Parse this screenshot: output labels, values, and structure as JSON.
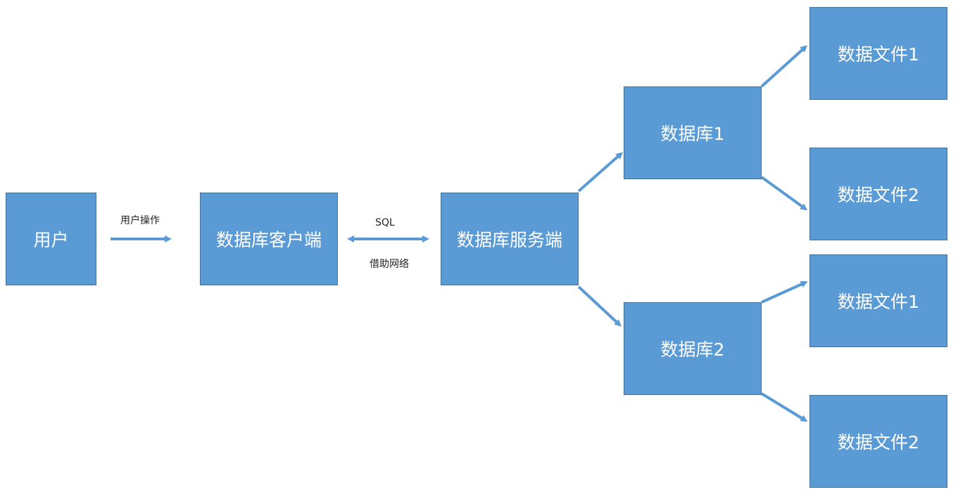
{
  "colors": {
    "node_fill": "#5b9bd5",
    "node_border": "#41719c",
    "node_text": "#ffffff",
    "arrow": "#5b9bd5",
    "label_text": "#222222"
  },
  "nodes": {
    "user": "用户",
    "client": "数据库客户端",
    "server": "数据库服务端",
    "db1": "数据库1",
    "db2": "数据库2",
    "db1_file1": "数据文件1",
    "db1_file2": "数据文件2",
    "db2_file1": "数据文件1",
    "db2_file2": "数据文件2"
  },
  "edges": {
    "user_to_client": {
      "label": "用户操作"
    },
    "client_server": {
      "label_top": "SQL",
      "label_bottom": "借助网络"
    }
  }
}
